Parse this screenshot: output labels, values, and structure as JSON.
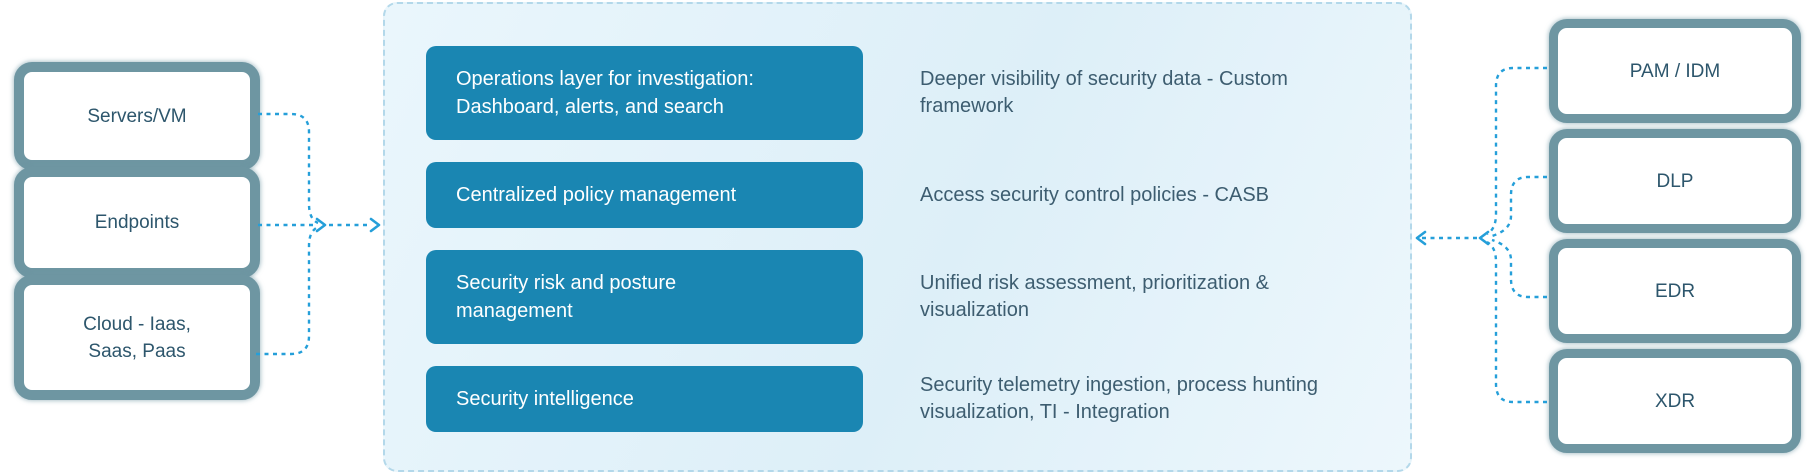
{
  "diagram": {
    "sources": {
      "items": [
        {
          "label": "Servers/VM"
        },
        {
          "label": "Endpoints"
        },
        {
          "label": "Cloud - Iaas,\nSaas, Paas"
        }
      ]
    },
    "platform": {
      "rows": [
        {
          "button": "Operations layer for investigation:\nDashboard, alerts, and search",
          "description": "Deeper visibility of security data - Custom\nframework"
        },
        {
          "button": "Centralized policy management",
          "description": "Access security control policies - CASB"
        },
        {
          "button": "Security risk and posture\nmanagement",
          "description": "Unified risk assessment, prioritization &\nvisualization"
        },
        {
          "button": "Security intelligence",
          "description": "Security telemetry ingestion, process hunting\nvisualization, TI - Integration"
        }
      ]
    },
    "integrations": {
      "items": [
        {
          "label": "PAM / IDM"
        },
        {
          "label": "DLP"
        },
        {
          "label": "EDR"
        },
        {
          "label": "XDR"
        }
      ]
    },
    "colors": {
      "button_bg": "#1a86b2",
      "panel_bg": "#e3f2fa",
      "panel_border": "#b3d8ea",
      "box_border": "#6e96a2",
      "box_text": "#2d566c",
      "description_text": "#3d5d70",
      "connector": "#259fd9"
    }
  }
}
